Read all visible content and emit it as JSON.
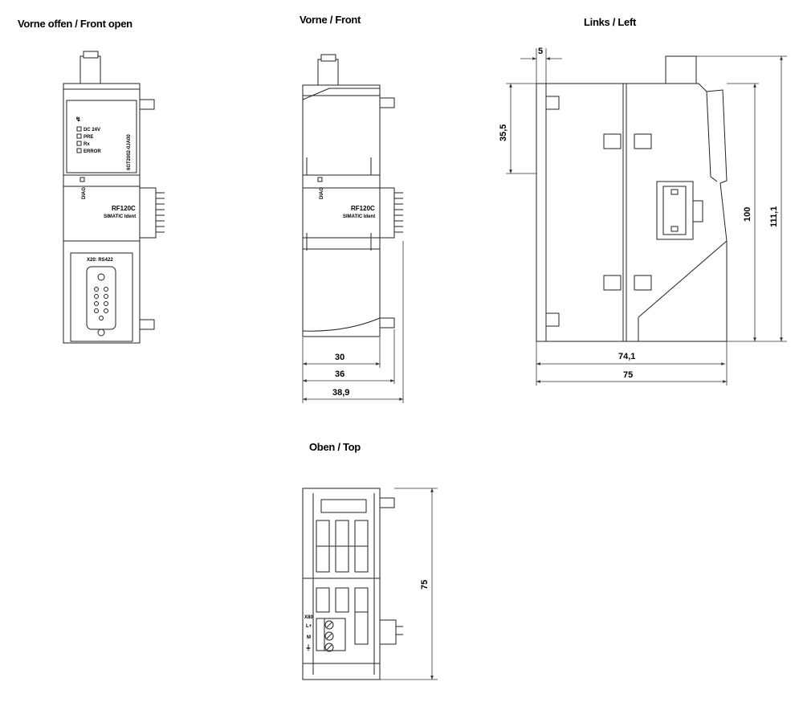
{
  "views": {
    "front_open": "Vorne offen / Front open",
    "front": "Vorne / Front",
    "left": "Links / Left",
    "top": "Oben / Top"
  },
  "front_open_labels": {
    "power_symbol": "↯",
    "led_dc24v": "DC 24V",
    "led_pre": "PRE",
    "led_rx": "Rx",
    "led_error": "ERROR",
    "part_number": "6GT2002-0JA00",
    "diag": "DIAG",
    "model": "RF120C",
    "brand": "SIMATIC Ident",
    "port": "X20: RS422"
  },
  "front_labels": {
    "diag": "DIAG",
    "model": "RF120C",
    "brand": "SIMATIC Ident"
  },
  "top_labels": {
    "x80": "X80",
    "l_plus": "L+",
    "m": "M",
    "ground": "⏚"
  },
  "dimensions": {
    "front_30": "30",
    "front_36": "36",
    "front_38_9": "38,9",
    "left_5": "5",
    "left_35_5": "35,5",
    "left_100": "100",
    "left_111_1": "111,1",
    "left_74_1": "74,1",
    "left_75": "75",
    "top_75": "75"
  }
}
